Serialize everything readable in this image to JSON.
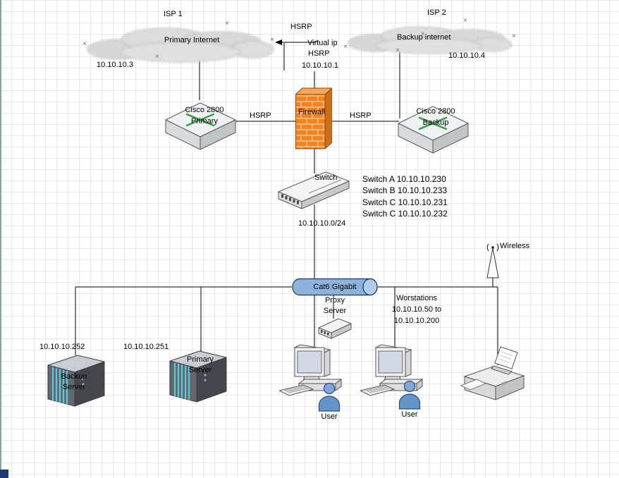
{
  "diagram": {
    "internet": {
      "isp1_title": "ISP 1",
      "isp2_title": "ISP 2",
      "primary_cloud_label": "Primary Internet",
      "backup_cloud_label": "Backup internet",
      "isp1_ip": "10.10.10.3",
      "isp2_ip": "10.10.10.4"
    },
    "hsrp": {
      "top_label": "HSRP",
      "virtual_ip_caption": "Virtual ip",
      "virtual_ip_protocol": "HSRP",
      "virtual_ip_address": "10.10.10.1",
      "left_link_label": "HSRP",
      "right_link_label": "HSRP"
    },
    "routers": {
      "primary_line1": "Cisco 2800",
      "primary_line2": "Primary",
      "backup_line1": "Cisco 2800",
      "backup_line2": "Backup"
    },
    "firewall": {
      "label": "Firewall"
    },
    "switch": {
      "label": "Switch",
      "subnet": "10.10.10.0/24",
      "inventory": [
        "Switch A 10.10.10.230",
        "Switch B 10.10.10.233",
        "Switch C 10.10.10.231",
        "Switch C 10.10.10.232"
      ]
    },
    "lan": {
      "backbone_label": "Cat6 Gigabit",
      "wireless_label": "Wireless",
      "proxy_line1": "Proxy",
      "proxy_line2": "Server",
      "workstations_line1": "Worstations",
      "workstations_line2": "10.10.10.50 to",
      "workstations_line3": "10.10.10.200"
    },
    "servers": {
      "backup_ip": "10.10.10.252",
      "primary_ip": "10.10.10.251",
      "backup_line1": "Backup",
      "backup_line2": "Server",
      "primary_line1": "Primary",
      "primary_line2": "Server"
    },
    "endpoints": {
      "user1_label": "User",
      "user2_label": "User"
    },
    "decor": {
      "connection_point_glyph": "×"
    },
    "colors": {
      "firewall_orange": "#f58220",
      "backbone_blue": "#8fb2dd",
      "user_blue": "#6494c8",
      "server_vent_cyan": "#5ec7d8",
      "router_symbol_green": "#2f9e44",
      "line_black": "#000000"
    }
  }
}
